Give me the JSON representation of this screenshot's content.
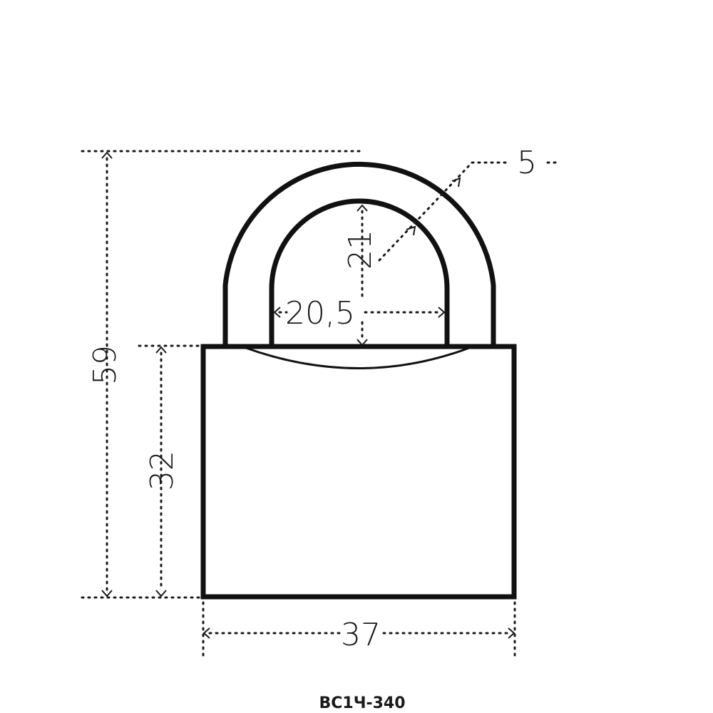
{
  "drawing": {
    "model": "ВС1Ч-340",
    "dimensions": {
      "total_height": "59",
      "body_height": "32",
      "body_width": "37",
      "shackle_inner_width": "20,5",
      "shackle_inner_height": "21",
      "shackle_thickness": "5"
    }
  },
  "colors": {
    "line": "#111111",
    "background": "#ffffff"
  }
}
